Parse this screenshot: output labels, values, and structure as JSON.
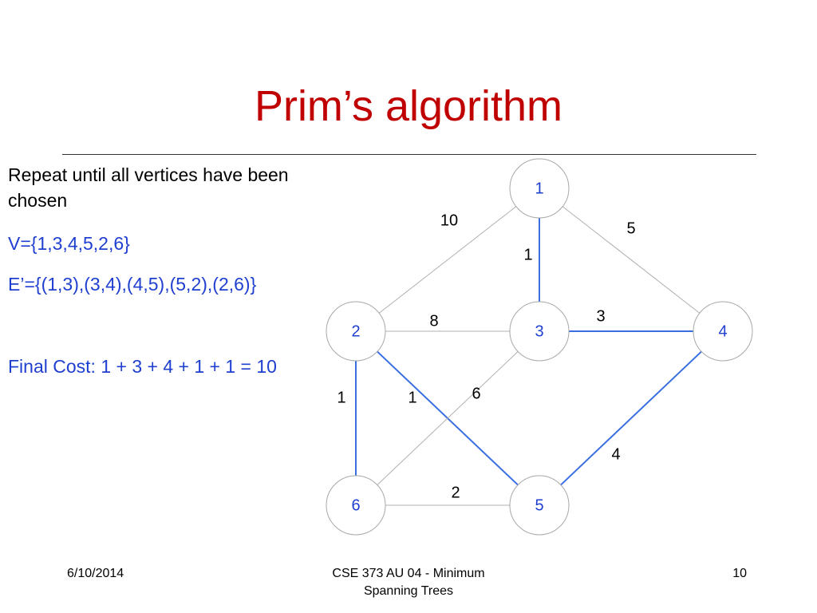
{
  "slide": {
    "title": "Prim’s algorithm",
    "repeat_text": "Repeat  until all vertices have been chosen",
    "v_set": "V={1,3,4,5,2,6}",
    "e_set": "E’={(1,3),(3,4),(4,5),(5,2),(2,6)}",
    "final_cost": "Final Cost: 1 + 3 + 4 + 1 + 1 = 10"
  },
  "footer": {
    "date": "6/10/2014",
    "course_line1": "CSE 373 AU 04 - Minimum",
    "course_line2": "Spanning Trees",
    "page": "10"
  },
  "colors": {
    "title": "#c00000",
    "highlight": "#3a6fe0",
    "text_blue": "#1f3fd0",
    "edge_gray": "#b0b0b0"
  },
  "graph": {
    "vertices": [
      {
        "id": "1",
        "label": "1"
      },
      {
        "id": "2",
        "label": "2"
      },
      {
        "id": "3",
        "label": "3"
      },
      {
        "id": "4",
        "label": "4"
      },
      {
        "id": "5",
        "label": "5"
      },
      {
        "id": "6",
        "label": "6"
      }
    ],
    "edges": [
      {
        "from": "1",
        "to": "2",
        "weight": "10",
        "in_tree": false
      },
      {
        "from": "1",
        "to": "3",
        "weight": "1",
        "in_tree": true
      },
      {
        "from": "1",
        "to": "4",
        "weight": "5",
        "in_tree": false
      },
      {
        "from": "2",
        "to": "3",
        "weight": "8",
        "in_tree": false
      },
      {
        "from": "3",
        "to": "4",
        "weight": "3",
        "in_tree": true
      },
      {
        "from": "2",
        "to": "6",
        "weight": "1",
        "in_tree": true
      },
      {
        "from": "2",
        "to": "5",
        "weight": "1",
        "in_tree": true
      },
      {
        "from": "3",
        "to": "6",
        "weight": "6",
        "in_tree": false
      },
      {
        "from": "4",
        "to": "5",
        "weight": "4",
        "in_tree": true
      },
      {
        "from": "6",
        "to": "5",
        "weight": "2",
        "in_tree": false
      }
    ]
  }
}
